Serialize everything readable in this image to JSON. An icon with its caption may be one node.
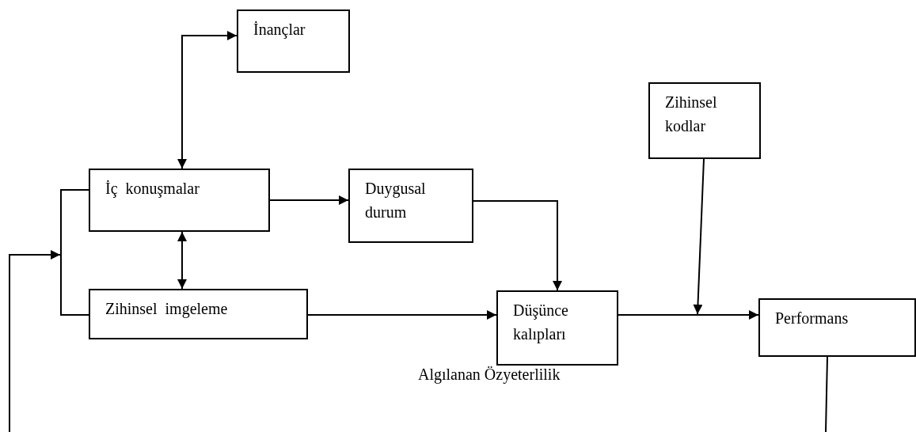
{
  "diagram": {
    "nodes": [
      {
        "text": [
          "İnançlar"
        ]
      },
      {
        "text": [
          "İç  konuşmalar"
        ]
      },
      {
        "text": [
          "Duygusal durum"
        ]
      },
      {
        "text": [
          "Zihinsel  imgeleme"
        ]
      },
      {
        "text": [
          "Düşünce kalıpları"
        ]
      },
      {
        "text": [
          "Zihinsel kodlar"
        ]
      },
      {
        "text": [
          "Performans"
        ]
      },
      {
        "text": [],
        "shape": "bar"
      }
    ],
    "edges": [
      {
        "from": 1,
        "to": 0,
        "arrow": "both"
      },
      {
        "from": 1,
        "to": 3,
        "arrow": "both"
      },
      {
        "from": 1,
        "to": 2,
        "arrow": "to"
      },
      {
        "from": 2,
        "to": 4,
        "arrow": "to"
      },
      {
        "from": 3,
        "to": 4,
        "arrow": "to"
      },
      {
        "from": 4,
        "to": 6,
        "arrow": "to"
      },
      {
        "from": 5,
        "to": null,
        "arrow": "to"
      },
      {
        "from": 6,
        "to": null,
        "arrow": "none"
      },
      {
        "from": null,
        "to": 7,
        "arrow": "to"
      },
      {
        "from": 7,
        "to": 1,
        "arrow": "none"
      },
      {
        "from": 7,
        "to": 3,
        "arrow": "none"
      }
    ],
    "labels": [
      "Algılanan Özyeterlilik"
    ]
  }
}
